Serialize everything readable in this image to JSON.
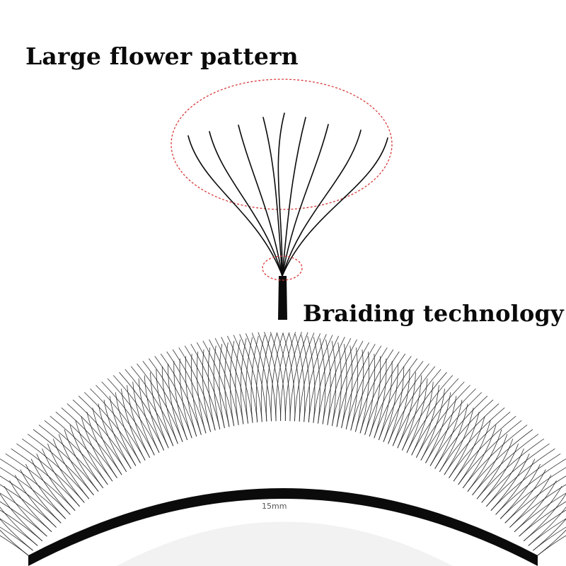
{
  "headings": {
    "pattern": "Large flower pattern",
    "braiding": "Braiding technology"
  },
  "strip": {
    "length_label": "15mm"
  },
  "colors": {
    "highlight_ring": "#d83a3a",
    "lash": "#0b0b0b",
    "background": "#ffffff"
  }
}
